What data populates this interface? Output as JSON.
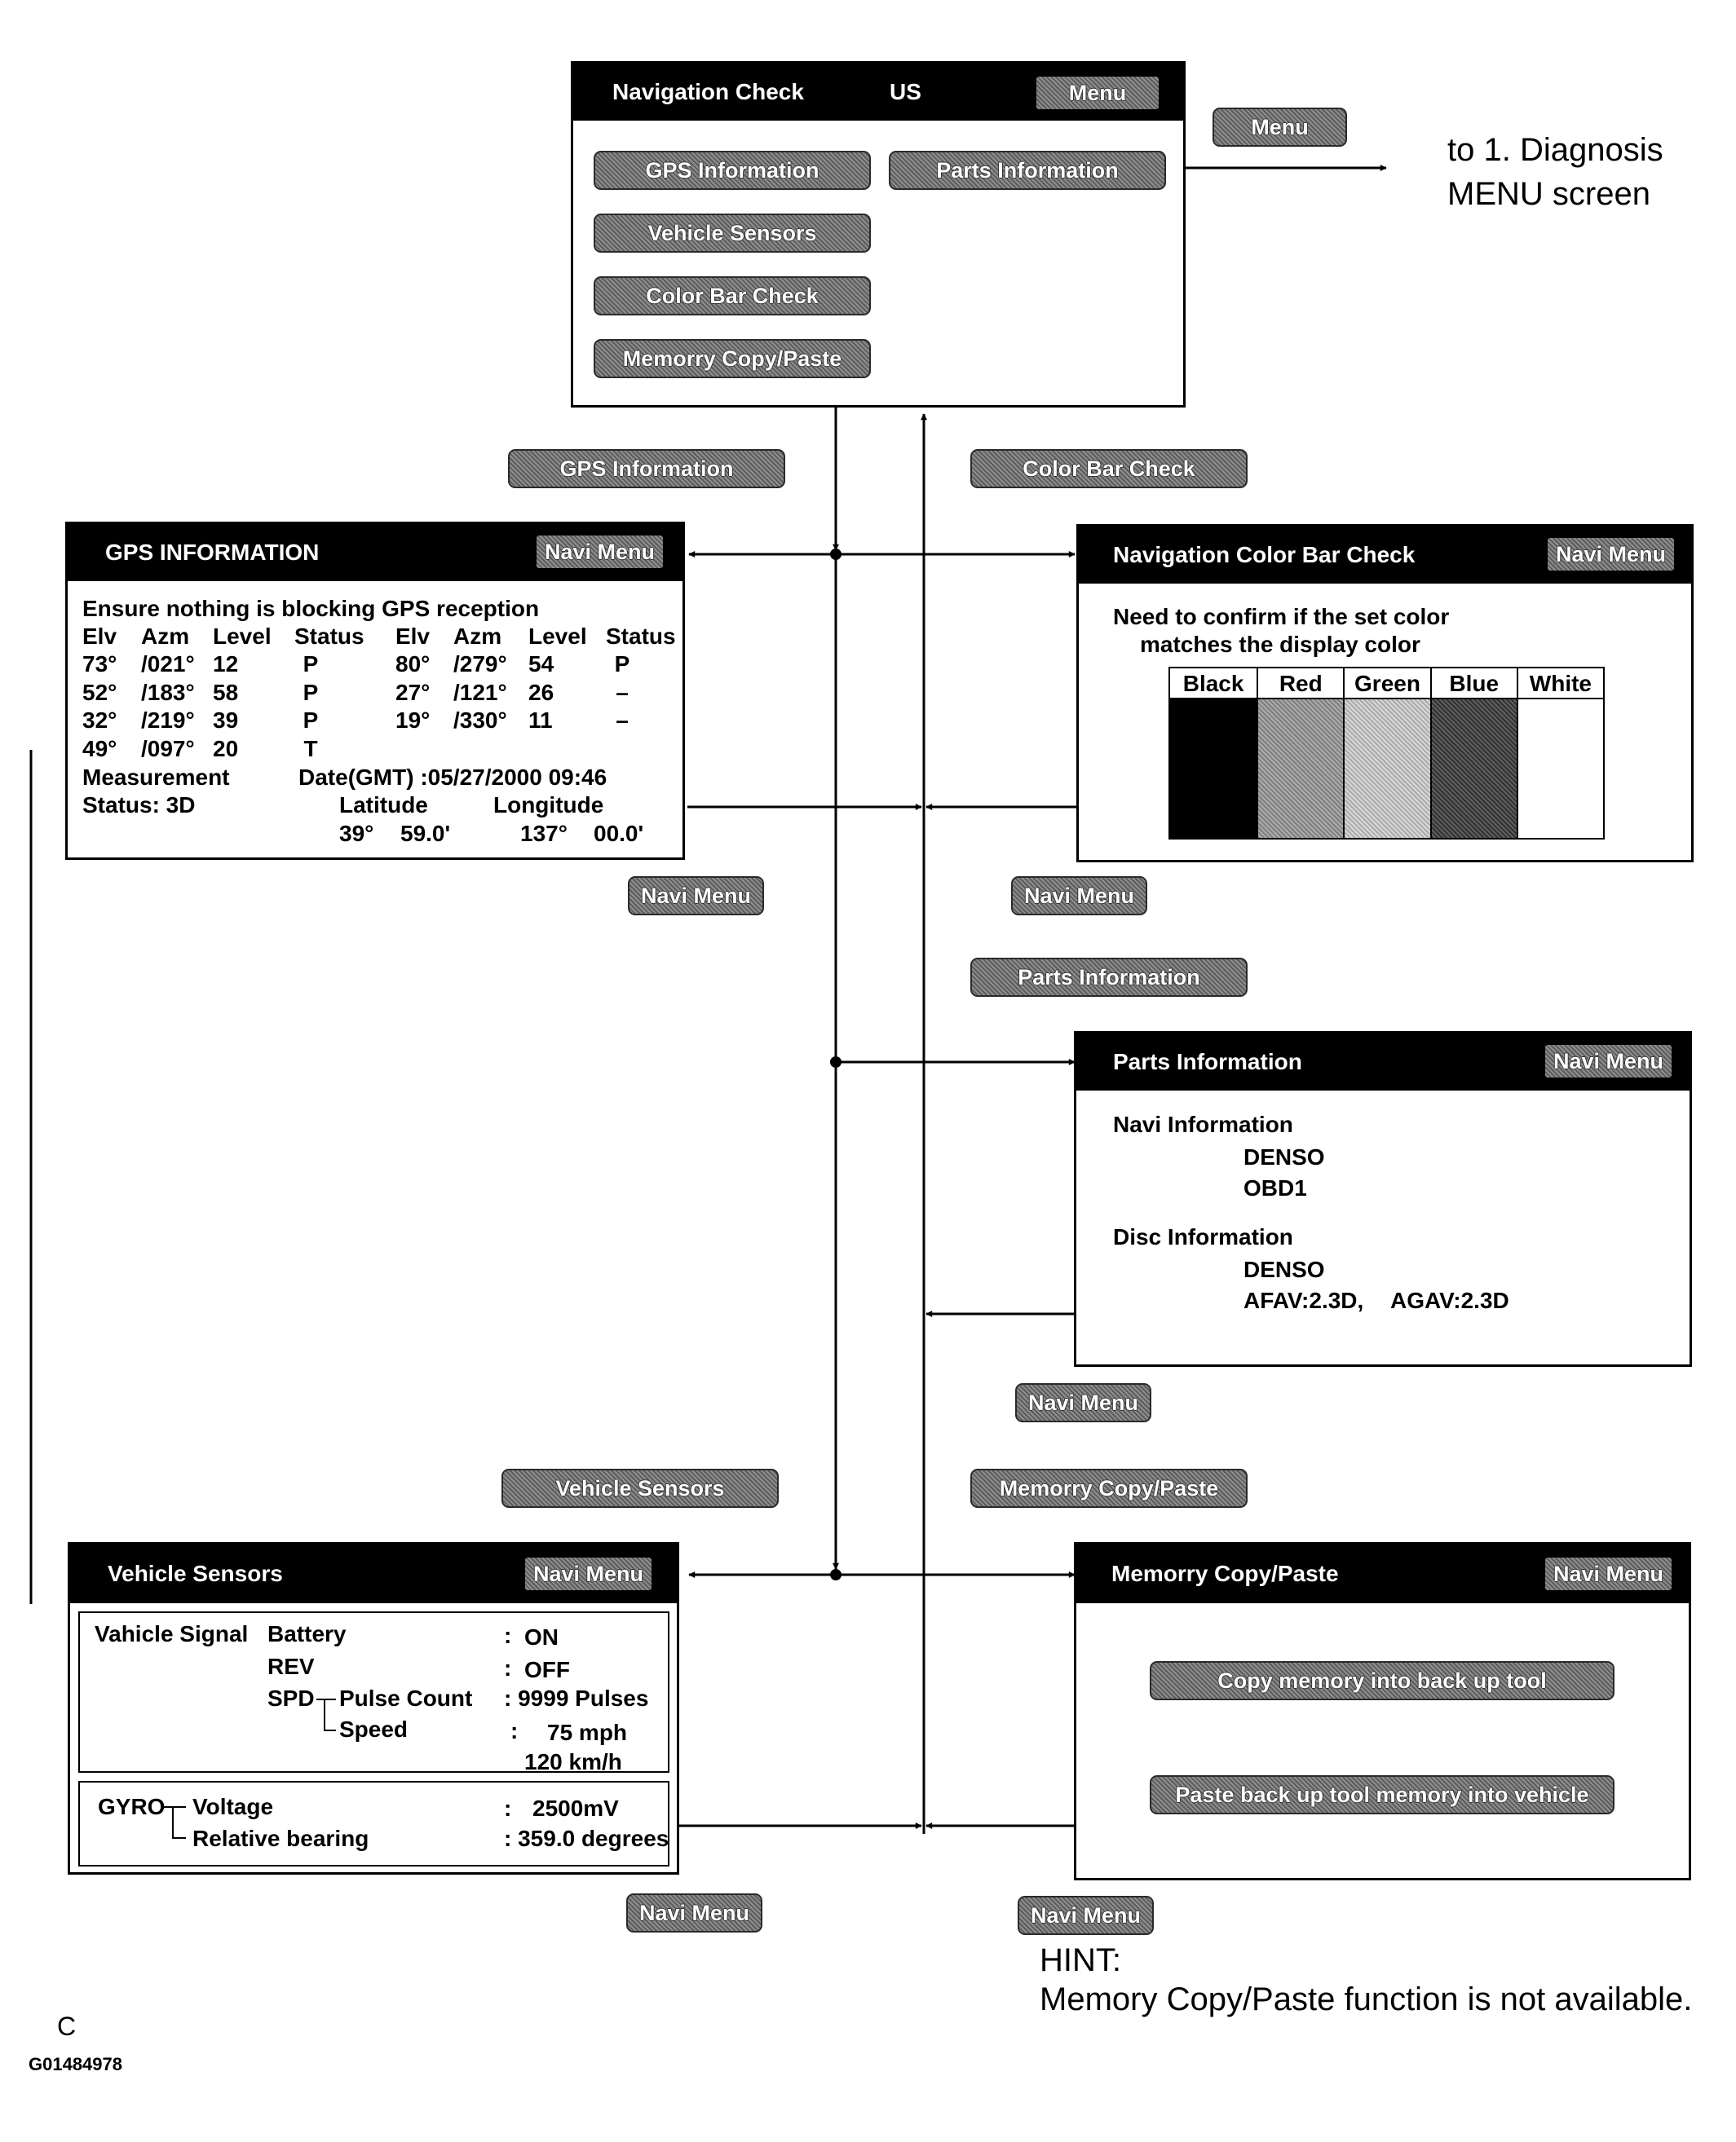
{
  "nav_check": {
    "title": "Navigation Check",
    "region": "US",
    "menu": "Menu",
    "buttons": {
      "gps": "GPS Information",
      "parts": "Parts Information",
      "sensors": "Vehicle Sensors",
      "color_bar": "Color Bar Check",
      "memory": "Memorry Copy/Paste"
    }
  },
  "menu_link": {
    "button": "Menu",
    "target_line1": "to 1. Diagnosis",
    "target_line2": "MENU screen"
  },
  "flow_labels": {
    "gps": "GPS Information",
    "color_bar": "Color Bar Check",
    "parts": "Parts Information",
    "sensors": "Vehicle Sensors",
    "memory": "Memorry Copy/Paste",
    "navi_menu": "Navi Menu"
  },
  "gps": {
    "title": "GPS INFORMATION",
    "navi_menu": "Navi Menu",
    "notice": "Ensure nothing is blocking GPS reception",
    "headers": [
      "Elv",
      "Azm",
      "Level",
      "Status",
      "Elv",
      "Azm",
      "Level",
      "Status"
    ],
    "rows": [
      [
        "73°",
        "/021°",
        "12",
        "P",
        "80°",
        "/279°",
        "54",
        "P"
      ],
      [
        "52°",
        "/183°",
        "58",
        "P",
        "27°",
        "/121°",
        "26",
        "–"
      ],
      [
        "32°",
        "/219°",
        "39",
        "P",
        "19°",
        "/330°",
        "11",
        "–"
      ],
      [
        "49°",
        "/097°",
        "20",
        "T",
        "",
        "",
        "",
        ""
      ]
    ],
    "measurement_label": "Measurement",
    "date_text": "Date(GMT) :05/27/2000 09:46",
    "status_text": "Status: 3D",
    "latitude_label": "Latitude",
    "longitude_label": "Longitude",
    "lat_deg": "39°",
    "lat_min": "59.0'",
    "lon_deg": "137°",
    "lon_min": "00.0'"
  },
  "color_bar": {
    "title": "Navigation Color  Bar  Check",
    "navi_menu": "Navi Menu",
    "line1": "Need to confirm if the set color",
    "line2": "matches the display color",
    "swatches": [
      {
        "label": "Black",
        "color": "#000000"
      },
      {
        "label": "Red",
        "color": "#9a9a9a"
      },
      {
        "label": "Green",
        "color": "#d0d0d0"
      },
      {
        "label": "Blue",
        "color": "#3c3c3c"
      },
      {
        "label": "White",
        "color": "#ffffff"
      }
    ]
  },
  "parts": {
    "title": "Parts Information",
    "navi_menu": "Navi Menu",
    "navi_info_label": "Navi Information",
    "navi_maker": "DENSO",
    "navi_code": "OBD1",
    "disc_info_label": "Disc Information",
    "disc_maker": "DENSO",
    "disc_afav": "AFAV:2.3D,",
    "disc_agav": "AGAV:2.3D"
  },
  "sensors": {
    "title": "Vehicle Sensors",
    "navi_menu": "Navi Menu",
    "signal_label": "Vahicle Signal",
    "battery_label": "Battery",
    "battery_colon": ":",
    "battery_value": "ON",
    "rev_label": "REV",
    "rev_colon": ":",
    "rev_value": "OFF",
    "spd_label": "SPD",
    "pulse_label": "Pulse Count",
    "pulse_value": ": 9999 Pulses",
    "speed_label": "Speed",
    "speed_colon": ":",
    "speed_mph": "75 mph",
    "speed_kmh": "120 km/h",
    "gyro_label": "GYRO",
    "voltage_label": "Voltage",
    "voltage_colon": ":",
    "voltage_value": "2500mV",
    "bearing_label": "Relative bearing",
    "bearing_value": ": 359.0 degrees"
  },
  "memory": {
    "title": "Memorry Copy/Paste",
    "navi_menu": "Navi Menu",
    "copy_button": "Copy memory into back up tool",
    "paste_button": "Paste back up tool memory into vehicle"
  },
  "hint": {
    "title": "HINT:",
    "text": "Memory Copy/Paste function is not available."
  },
  "corner_letter": "C",
  "figure_id": "G01484978"
}
